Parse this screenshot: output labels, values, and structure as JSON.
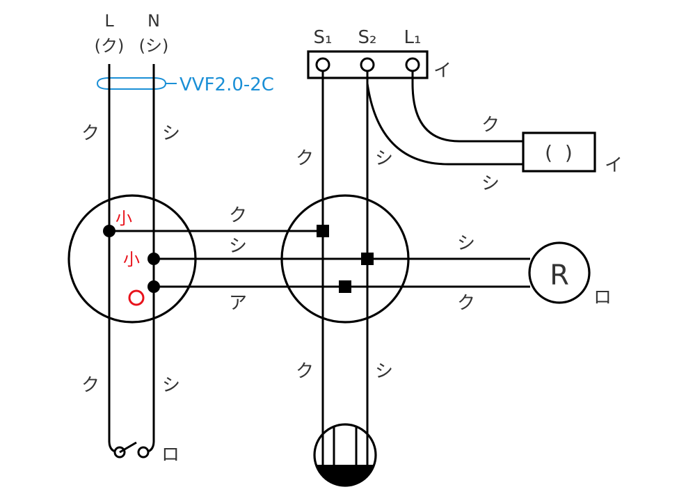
{
  "source": {
    "line_label": "L",
    "line_color": "(ク)",
    "neutral_label": "N",
    "neutral_color": "(シ)"
  },
  "cable_spec": "VVF2.0-2C",
  "colors": {
    "wire": "#000000",
    "red_label": "#e8121b",
    "cable_label": "#1a8fd6",
    "text": "#333333"
  },
  "terminal_block": {
    "terminals": [
      "S₁",
      "S₂",
      "L₁"
    ],
    "mark": "イ"
  },
  "lamp_box": {
    "text": "(  )",
    "mark": "イ"
  },
  "lamp_r": {
    "text": "R",
    "mark": "ロ"
  },
  "switch_mark": "ロ",
  "joint_marks": {
    "small_1": "小",
    "small_2": "小",
    "circle": "O"
  },
  "wire_colors": {
    "left_upper_l": "ク",
    "left_upper_n": "シ",
    "left_lower_l": "ク",
    "left_lower_n": "シ",
    "mid_upper_l": "ク",
    "mid_upper_n": "シ",
    "mid_lower_l": "ク",
    "mid_lower_n": "シ",
    "h1_left": "ク",
    "h2_left": "シ",
    "h3_left": "ア",
    "h2_right": "シ",
    "h3_right": "ク",
    "lamp_box_upper": "ク",
    "lamp_box_lower": "シ"
  }
}
